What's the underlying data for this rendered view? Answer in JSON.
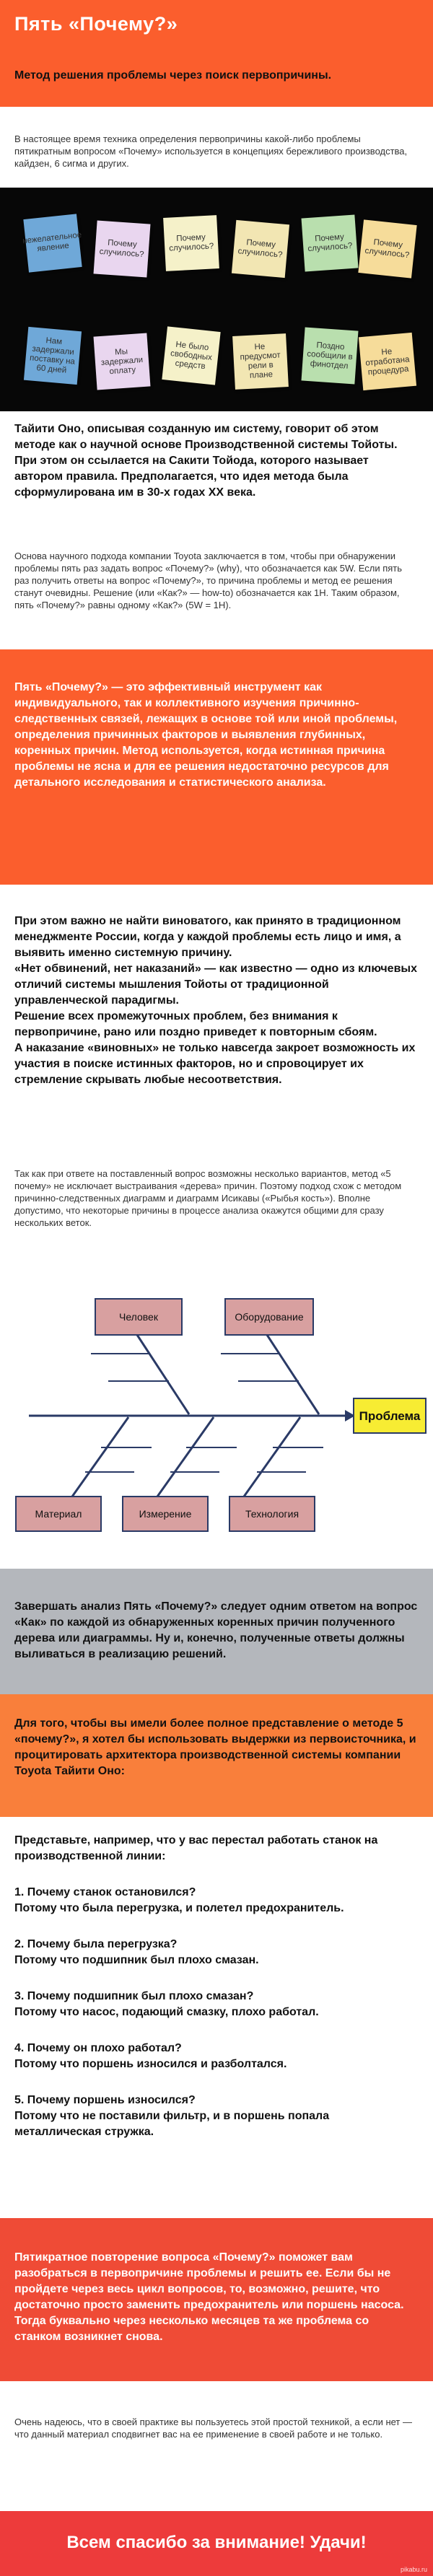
{
  "header": {
    "title": "Пять «Почему?»",
    "subtitle": "Метод решения проблемы через поиск первопричины."
  },
  "intro": "В настоящее время техника определения первопричины какой-либо проблемы пятикратным вопросом «Почему» используется в концепциях бережливого производства, кайдзен, 6 сигма и других.",
  "notes_top": [
    {
      "text": "нежелательное явление",
      "color": "#6fa8d8"
    },
    {
      "text": "Почему случилось?",
      "color": "#e9d6ef"
    },
    {
      "text": "Почему случилось?",
      "color": "#f5f1c9"
    },
    {
      "text": "Почему случилось?",
      "color": "#f2e6b3"
    },
    {
      "text": "Почему случилось?",
      "color": "#b9dfae"
    },
    {
      "text": "Почему случилось?",
      "color": "#f6dc9a"
    }
  ],
  "notes_bottom": [
    {
      "text": "Нам задержали поставку на 60 дней",
      "color": "#6fa8d8"
    },
    {
      "text": "Мы задержали оплату",
      "color": "#e9d6ef"
    },
    {
      "text": "Не было свободных средств",
      "color": "#f5f1c9"
    },
    {
      "text": "Не предусмот рели в плане",
      "color": "#f2e6b3"
    },
    {
      "text": "Поздно сообщили в финотдел",
      "color": "#b9dfae"
    },
    {
      "text": "Не отработана процедура",
      "color": "#f6dc9a"
    }
  ],
  "ohno_intro": "Тайити Оно, описывая созданную им систему, говорит об этом методе как о научной основе Производственной системы Тойоты. При этом он ссылается на Сакити Тойода, которого называет автором правила. Предполагается, что идея метода была сформулирована им в 30-х годах ХХ века.",
  "toyota_approach": "Основа научного подхода компании Toyota заключается в том, чтобы при обнаружении проблемы пять раз задать вопрос «Почему?» (why), что обозначается как 5W. Если пять раз получить ответы на вопрос «Почему?», то причина проблемы и метод ее решения станут очевидны. Решение (или «Как?» — how-to) обозначается как 1H. Таким образом, пять «Почему?» равны одному «Как?» (5W = 1H).",
  "effective_tool": "Пять «Почему?» — это эффективный инструмент как индивидуального, так и коллективного изучения причинно-следственных связей, лежащих в основе той или иной проблемы, определения причинных факторов и выявления глубинных, коренных причин. Метод используется, когда истинная причина проблемы не ясна и для ее решения недостаточно ресурсов для детального исследования и статистического анализа.",
  "blame": {
    "p1": "При этом важно не найти виноватого, как принято в традиционном менеджменте России, когда у каждой проблемы есть лицо и имя, а выявить именно системную причину.",
    "p2": "«Нет обвинений, нет наказаний» — как известно — одно из ключевых отличий системы мышления Тойоты от традиционной управленческой парадигмы.",
    "p3": "Решение всех промежуточных проблем, без внимания к первопричине, рано или поздно приведет к повторным сбоям.",
    "p4": "А наказание «виновных» не только навсегда закроет возможность их участия в поиске истинных факторов, но и спровоцирует их стремление скрывать любые несоответствия."
  },
  "variants": "Так как при ответе на поставленный вопрос возможны несколько вариантов, метод «5 почему» не исключает выстраивания «дерева» причин. Поэтому подход схож с методом причинно-следственных диаграмм и диаграмм Исикавы («Рыбья кость»). Вполне допустимо, что некоторые причины  в процессе анализа окажутся общими для сразу нескольких веток.",
  "fishbone": {
    "top": [
      "Человек",
      "Оборудование"
    ],
    "bottom": [
      "Материал",
      "Измерение",
      "Технология"
    ],
    "head": "Проблема"
  },
  "finish": "Завершать анализ Пять «Почему?» следует одним ответом на вопрос «Как» по каждой из обнаруженных коренных причин полученного дерева или диаграммы. Ну и, конечно, полученные ответы должны выливаться в реализацию решений.",
  "example_intro": "Для того, чтобы вы имели более полное представление о методе 5 «почему?», я хотел бы использовать выдержки из первоисточника, и процитировать архитектора производственной системы компании Toyota Тайити Оно:",
  "qa_intro": "Представьте, например, что у вас перестал работать станок на производственной линии:",
  "qa": [
    {
      "q": "1. Почему станок остановился?",
      "a": "Потому что была перегрузка, и полетел предохранитель."
    },
    {
      "q": "2. Почему была перегрузка?",
      "a": "Потому что подшипник был плохо смазан."
    },
    {
      "q": "3. Почему подшипник был плохо смазан?",
      "a": "Потому что насос, подающий смазку, плохо работал."
    },
    {
      "q": "4. Почему он плохо работал?",
      "a": "Потому что поршень износился и разболтался."
    },
    {
      "q": "5. Почему поршень износился?",
      "a": "Потому что не поставили фильтр, и в поршень попала металлическая стружка."
    }
  ],
  "summary": "Пятикратное повторение вопроса «Почему?» поможет вам разобраться в первопричине проблемы и решить ее. Если бы не пройдете через весь цикл вопросов, то, возможно, решите, что достаточно просто заменить предохранитель или поршень насоса. Тогда буквально через несколько месяцев та же проблема со станком возникнет снова.",
  "closing": "Очень надеюсь, что в своей практике вы пользуетесь этой простой техникой, а если нет — что данный материал сподвигнет вас на ее применение в своей работе и не только.",
  "footer": {
    "thanks": "Всем спасибо за внимание! Удачи!",
    "watermark": "pikabu.ru"
  }
}
